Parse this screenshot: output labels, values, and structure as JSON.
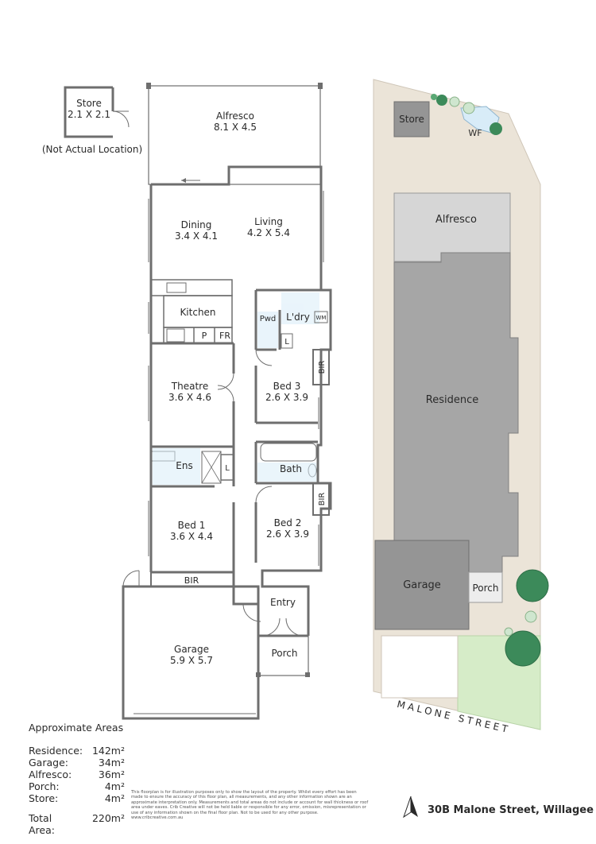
{
  "floorplan": {
    "store": {
      "name": "Store",
      "dims": "2.1 X 2.1",
      "note": "(Not Actual Location)"
    },
    "alfresco": {
      "name": "Alfresco",
      "dims": "8.1 X 4.5"
    },
    "dining": {
      "name": "Dining",
      "dims": "3.4 X 4.1"
    },
    "living": {
      "name": "Living",
      "dims": "4.2 X 5.4"
    },
    "kitchen": {
      "name": "Kitchen",
      "pantry": "P",
      "fridge": "FR"
    },
    "powder": "Pwd",
    "laundry": {
      "name": "L'dry",
      "wm": "WM",
      "linen": "L"
    },
    "theatre": {
      "name": "Theatre",
      "dims": "3.6 X 4.6"
    },
    "bed3": {
      "name": "Bed 3",
      "dims": "2.6 X 3.9",
      "bir": "BIR"
    },
    "ensuite": {
      "name": "Ens",
      "linen": "L"
    },
    "bath": "Bath",
    "bed1": {
      "name": "Bed 1",
      "dims": "3.6 X 4.4",
      "bir": "BIR"
    },
    "bed2": {
      "name": "Bed 2",
      "dims": "2.6 X 3.9",
      "bir": "BIR"
    },
    "entry": "Entry",
    "garage": {
      "name": "Garage",
      "dims": "5.9 X 5.7"
    },
    "porch": "Porch"
  },
  "siteplan": {
    "store": "Store",
    "wf": "WF",
    "alfresco": "Alfresco",
    "residence": "Residence",
    "garage": "Garage",
    "porch": "Porch",
    "street": "MALONE STREET"
  },
  "areas": {
    "heading": "Approximate Areas",
    "rows": [
      {
        "label": "Residence:",
        "value": "142m²"
      },
      {
        "label": "Garage:",
        "value": "34m²"
      },
      {
        "label": "Alfresco:",
        "value": "36m²"
      },
      {
        "label": "Porch:",
        "value": "4m²"
      },
      {
        "label": "Store:",
        "value": "4m²"
      }
    ],
    "total_label": "Total Area:",
    "total_value": "220m²"
  },
  "disclaimer": "This floorplan is for illustration purposes only to show the layout of the property. Whilst every effort has been made to ensure the accuracy of this floor plan, all measurements, and any other information shown are an approximate interpretation only. Measurements and total areas do not include or account for wall thickness or roof area under eaves. Crib Creative will not be held liable or responsible for any error, omission, misrepresentation or use of any information shown on the final floor plan. Not to be used for any other purpose. www.cribcreative.com.au",
  "address": "30B Malone Street, Willagee",
  "colors": {
    "wall": "#6e6e6e",
    "site_land": "#ebe4d8",
    "residence": "#a6a6a6",
    "alfresco_site": "#d6d6d6",
    "garage_site": "#959595",
    "grass": "#d6ecc8",
    "tree": "#3c8a5a",
    "wet_area": "#d8ecf8"
  },
  "icons": {
    "north_arrow": "north-arrow-icon"
  }
}
